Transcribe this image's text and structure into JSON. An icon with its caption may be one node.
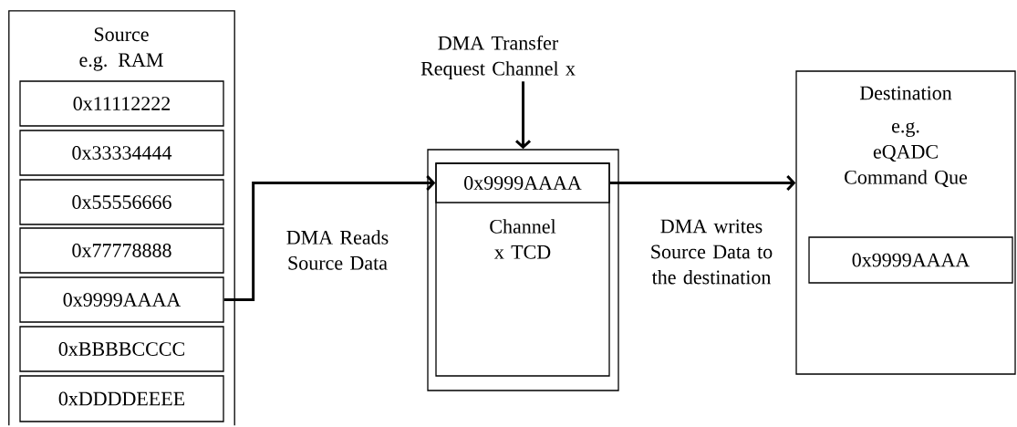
{
  "diagram": {
    "nodes": [
      {
        "text": [
          "Source e.g. RAM"
        ]
      },
      {
        "text": [
          "0x11112222"
        ],
        "in": 0
      },
      {
        "text": [
          "0x33334444"
        ],
        "in": 0
      },
      {
        "text": [
          "0x55556666"
        ],
        "in": 0
      },
      {
        "text": [
          "0x77778888"
        ],
        "in": 0
      },
      {
        "text": [
          "0x9999AAAA"
        ],
        "in": 0
      },
      {
        "text": [
          "0xBBBBCCCC"
        ],
        "in": 0
      },
      {
        "text": [
          "0xDDDDEEEE"
        ],
        "in": 0
      },
      {
        "text": [
          "DMA Transfer Request Channel x"
        ]
      },
      {
        "text": [],
        "shape": "box"
      },
      {
        "text": [
          "Channel x TCD"
        ],
        "in": 9
      },
      {
        "text": [
          "0x9999AAAA"
        ],
        "in": 10
      },
      {
        "text": [
          "Destination",
          "e.g.",
          "eQADC Command Que"
        ]
      },
      {
        "text": [
          "0x9999AAAA"
        ],
        "in": 12
      }
    ],
    "edges": [
      {
        "from": 5,
        "to": 11,
        "arrow": "to",
        "label": "DMA Reads Source Data"
      },
      {
        "from": 8,
        "to": 9,
        "arrow": "to"
      },
      {
        "from": 11,
        "to": 12,
        "arrow": "to",
        "label": "DMA writes Source Data to the destination"
      }
    ]
  }
}
